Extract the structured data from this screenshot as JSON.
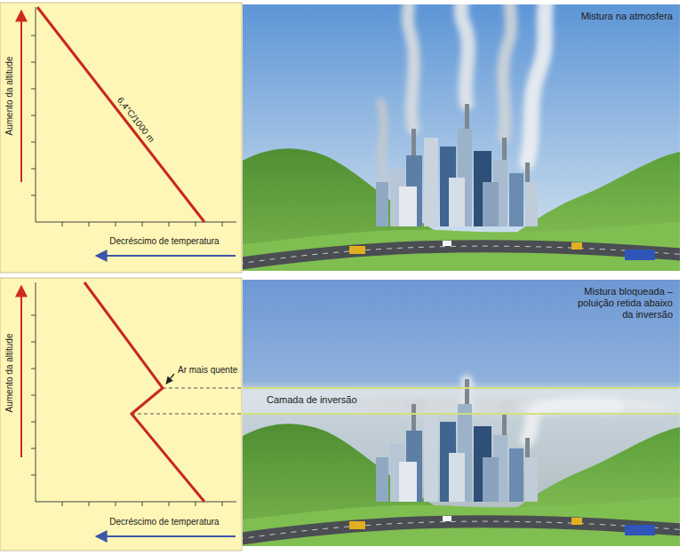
{
  "diagram": {
    "labels": [
      "Aumento da altitude",
      "6,4°C/1000 m",
      "Decréscimo de temperatura",
      "Mistura na atmosfera",
      "Aumento da altitude",
      "Ar mais quente",
      "Decréscimo de temperatura",
      "Mistura bloqueada – poluição retida abaixo da inversão",
      "Camada de inversão"
    ]
  }
}
